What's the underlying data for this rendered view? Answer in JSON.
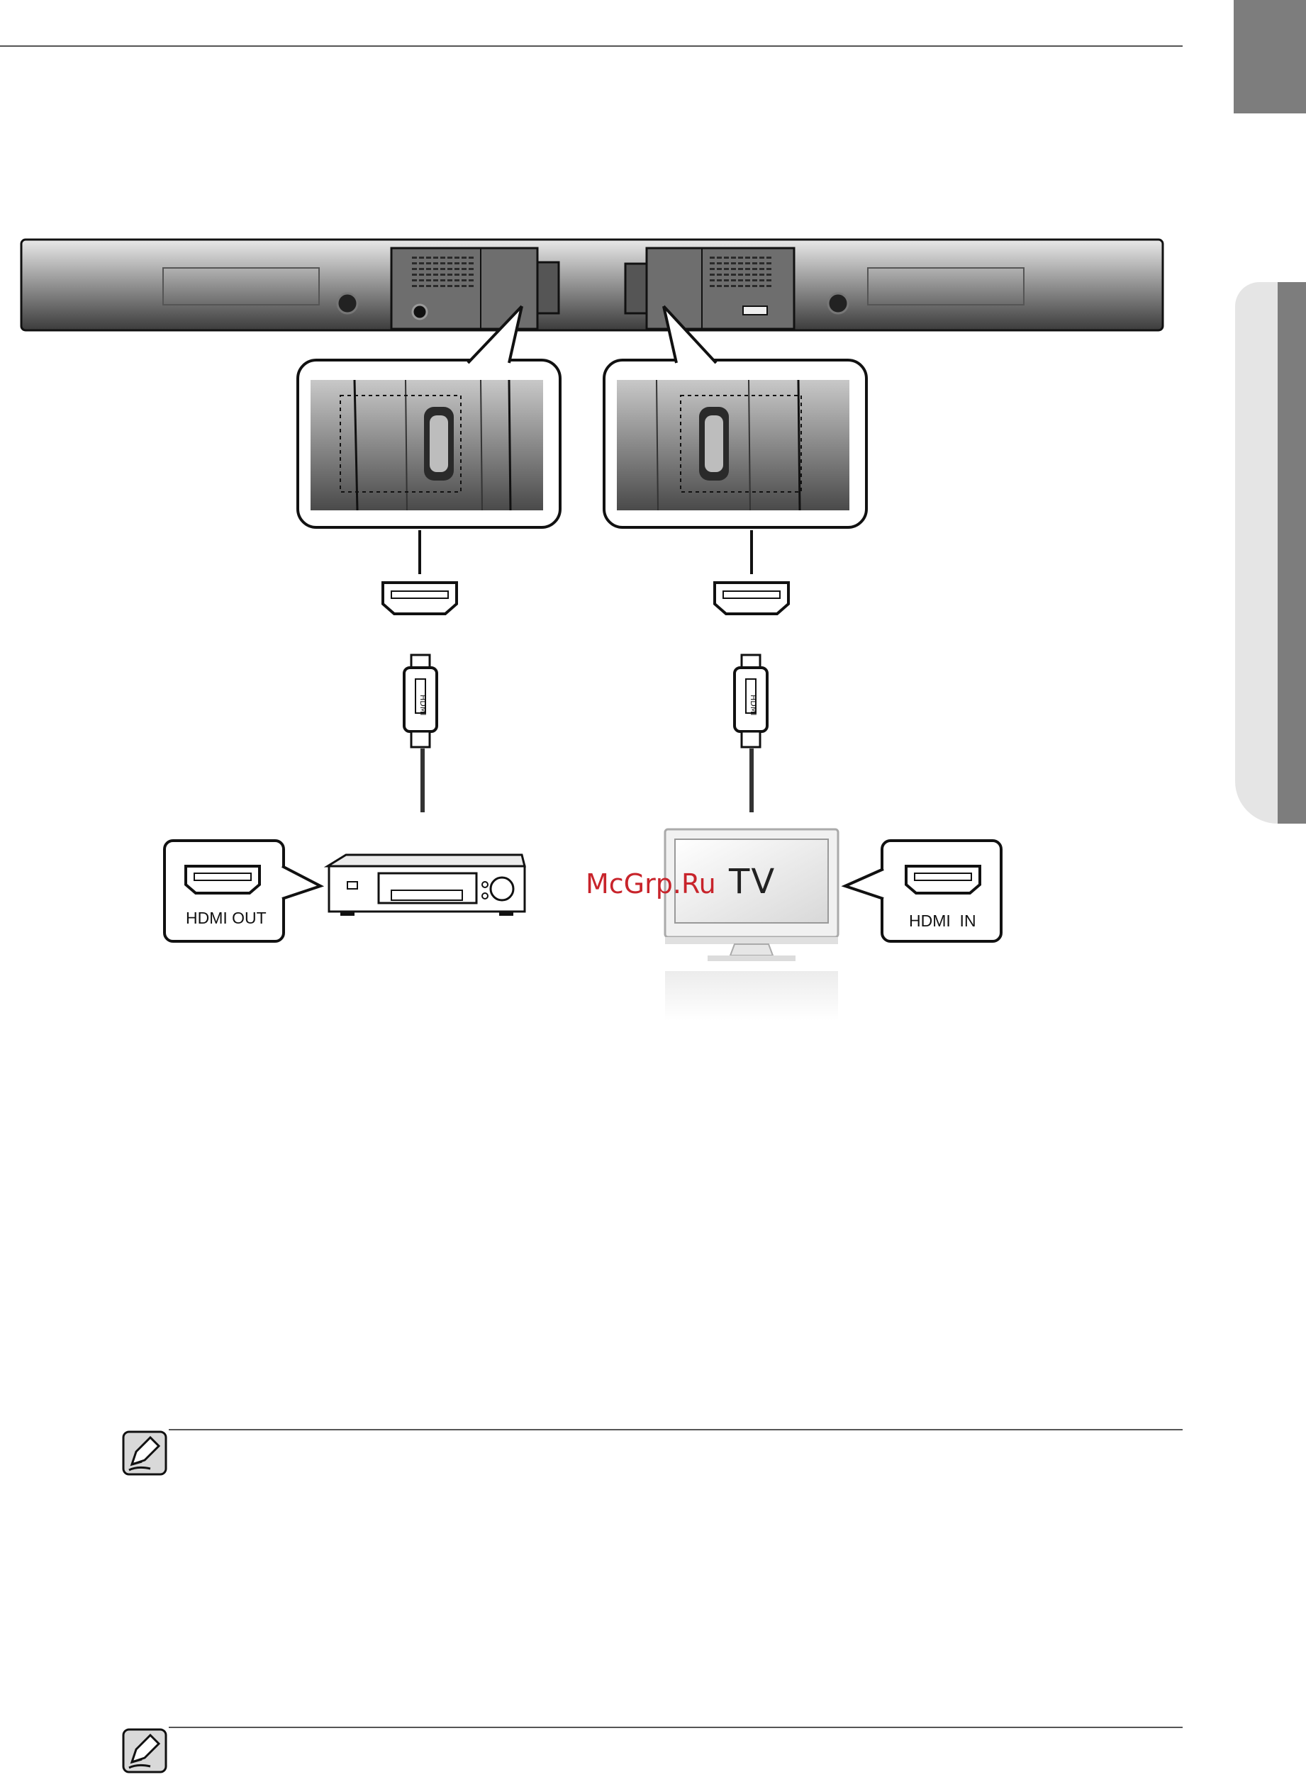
{
  "diagram": {
    "source_port_label": "HDMI OUT",
    "tv_port_label": "HDMI  IN",
    "tv_label": "TV",
    "hdmi_plug_text": "HDMI"
  },
  "watermark": "McGrp.Ru",
  "icons": [
    "note-pencil-icon",
    "hdmi-port-icon",
    "hdmi-plug-icon"
  ],
  "colors": {
    "side_tab": "#7d7d7d",
    "watermark": "#c8242b"
  }
}
